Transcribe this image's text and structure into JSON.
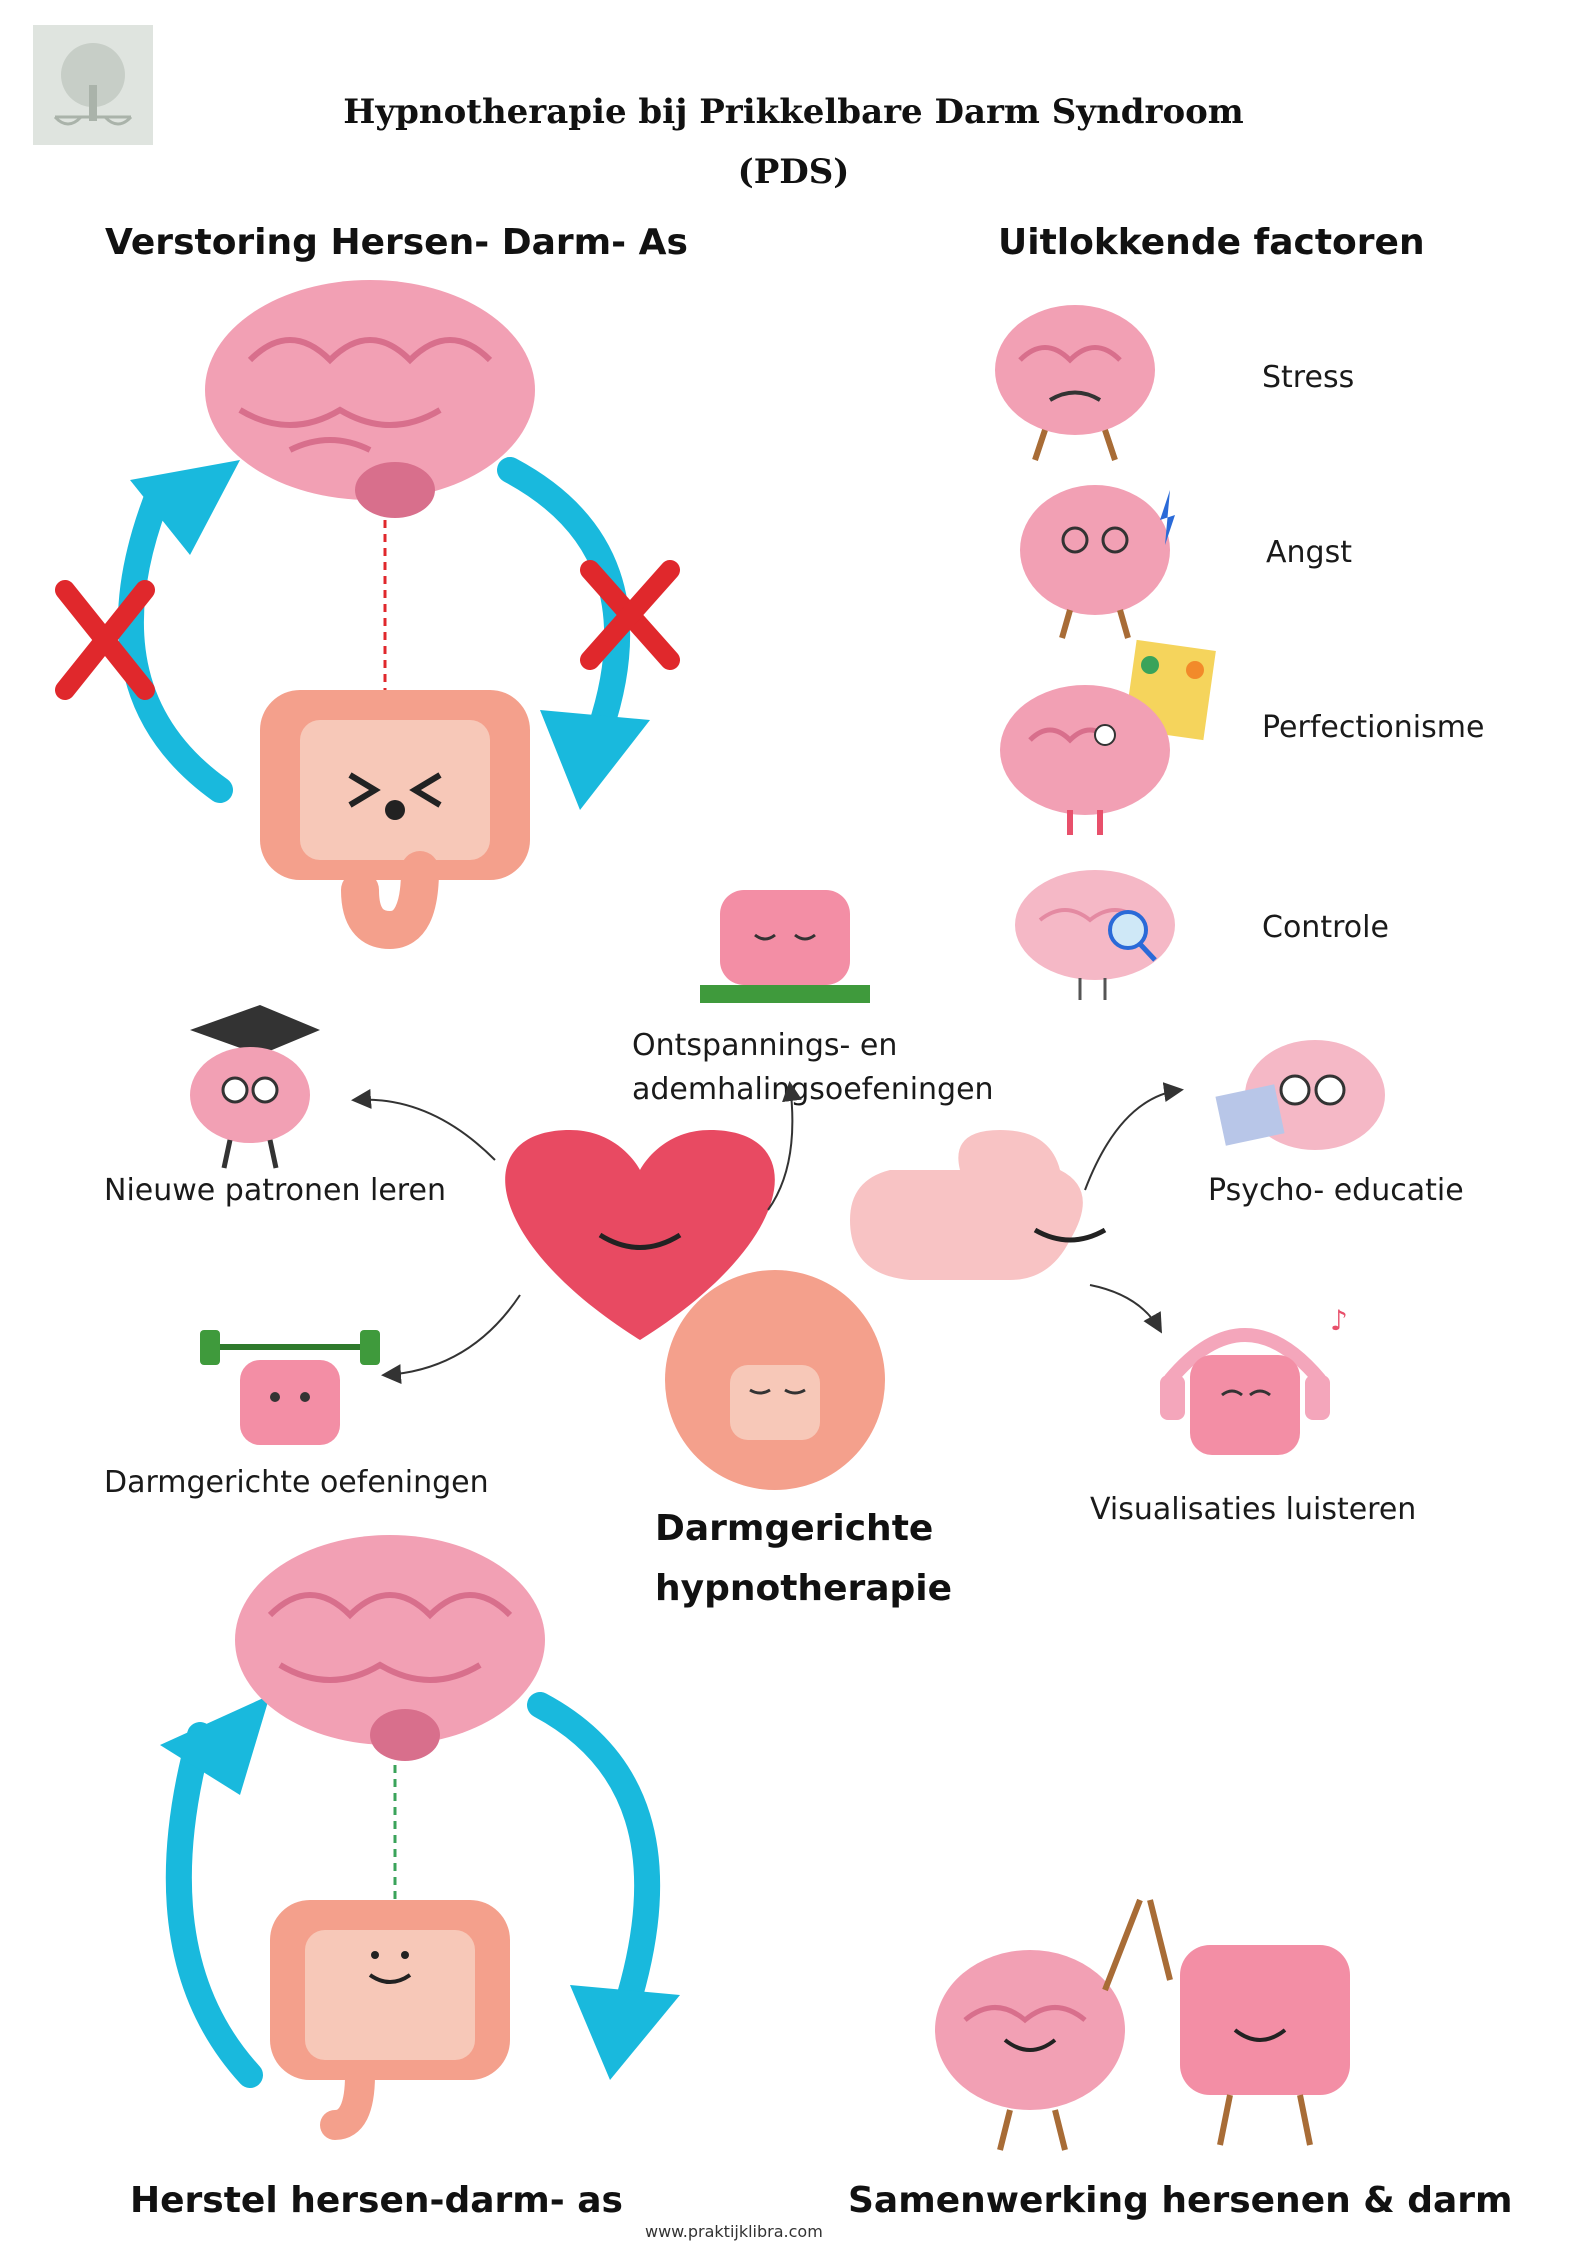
{
  "header": {
    "title_line1": "Hypnotherapie bij Prikkelbare Darm Syndroom",
    "title_line2": "(PDS)"
  },
  "sections": {
    "disruption": "Verstoring Hersen- Darm- As",
    "triggers": "Uitlokkende factoren",
    "center_line1": "Darmgerichte",
    "center_line2": "hypnotherapie",
    "recovery": "Herstel hersen-darm- as",
    "cooperation": "Samenwerking hersenen & darm"
  },
  "triggers": [
    "Stress",
    "Angst",
    "Perfectionisme",
    "Controle"
  ],
  "techniques": {
    "relax_line1": "Ontspannings- en",
    "relax_line2": "ademhalingsoefeningen",
    "new_patterns": "Nieuwe patronen leren",
    "psycho": "Psycho- educatie",
    "gut_exercises": "Darmgerichte oefeningen",
    "visualisations": "Visualisaties luisteren"
  },
  "footer": {
    "url": "www.praktijklibra.com"
  },
  "colors": {
    "brain": "#f2a0b4",
    "brain_dark": "#d86f8c",
    "gut": "#f4a08c",
    "arrow_blue": "#19b9dd",
    "cross_red": "#e0282c",
    "heart": "#e84a62"
  }
}
